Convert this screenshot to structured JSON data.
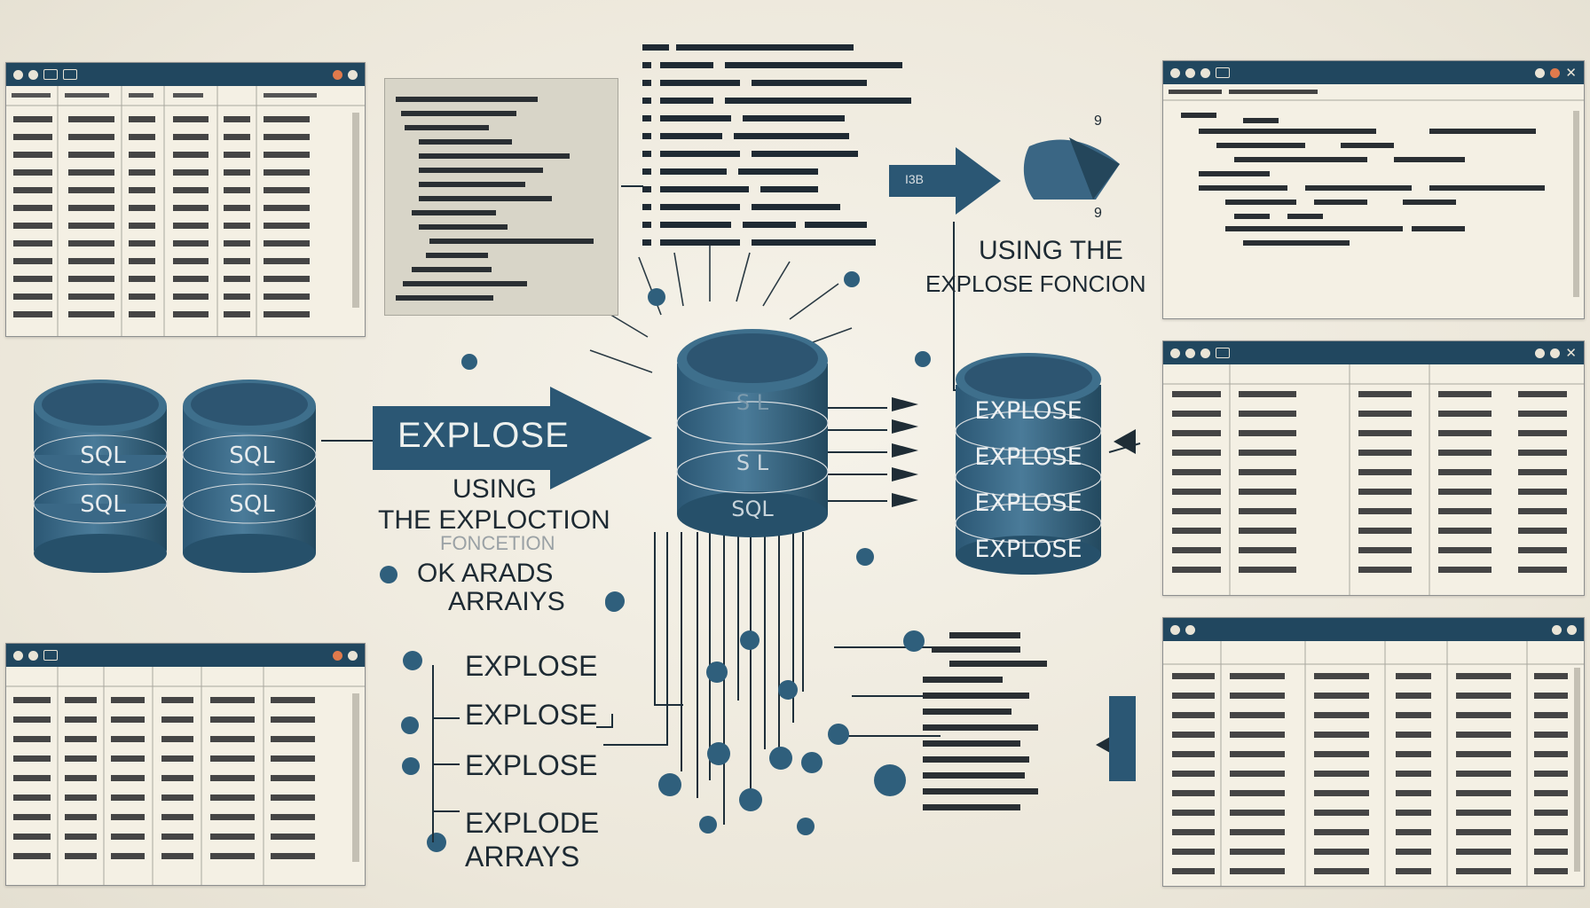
{
  "sql_labels": [
    "SQL",
    "SQL",
    "SQL",
    "SQL"
  ],
  "center_stack_labels": [
    "S L",
    "S L",
    "SQL"
  ],
  "explode_stack_labels": [
    "EXPLOSE",
    "EXPLOSE",
    "EXPLOSE",
    "EXPLOSE"
  ],
  "arrow_label": "EXPLOSE",
  "caption_left": {
    "line1": "USING",
    "line2": "THE EXPLOCTION",
    "line3": "FONCETION",
    "line4": "OK ARADS",
    "line5": "ARRAIYS"
  },
  "caption_right": {
    "line1": "USING THE",
    "line2": "EXPLOSE FONCION"
  },
  "small_arrow_label": "I3B",
  "glyph_9a": "9",
  "glyph_9b": "9",
  "list_items": [
    "EXPLOSE",
    "EXPLOSE",
    "EXPLOSE",
    "EXPLODE",
    "ARRAYS"
  ],
  "colors": {
    "navy": "#21475f",
    "steel": "#3d6d8a",
    "background": "#efebdf",
    "panel": "#f4f0e4"
  }
}
